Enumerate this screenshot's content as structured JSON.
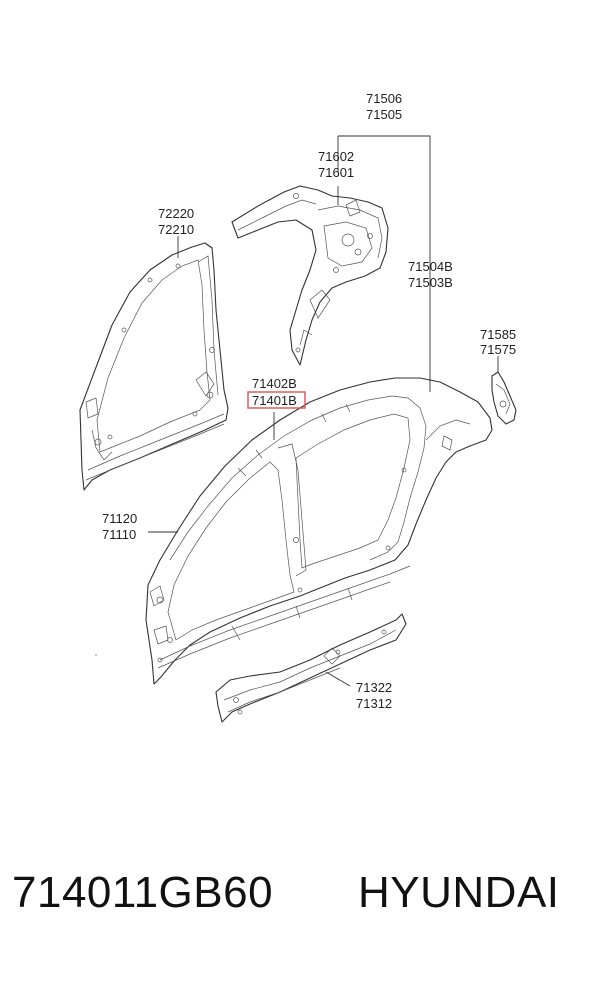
{
  "diagram": {
    "labels": {
      "l71506": "71506",
      "l71505": "71505",
      "l71602": "71602",
      "l71601": "71601",
      "l72220": "72220",
      "l72210": "72210",
      "l71504b": "71504B",
      "l71503b": "71503B",
      "l71585": "71585",
      "l71575": "71575",
      "l71402b": "71402B",
      "l71401b": "71401B",
      "l71120": "71120",
      "l71110": "71110",
      "l71322": "71322",
      "l71312": "71312"
    },
    "highlight_color": "#d9534f"
  },
  "caption": {
    "part_number": "714011GB60",
    "brand": "HYUNDAI"
  }
}
